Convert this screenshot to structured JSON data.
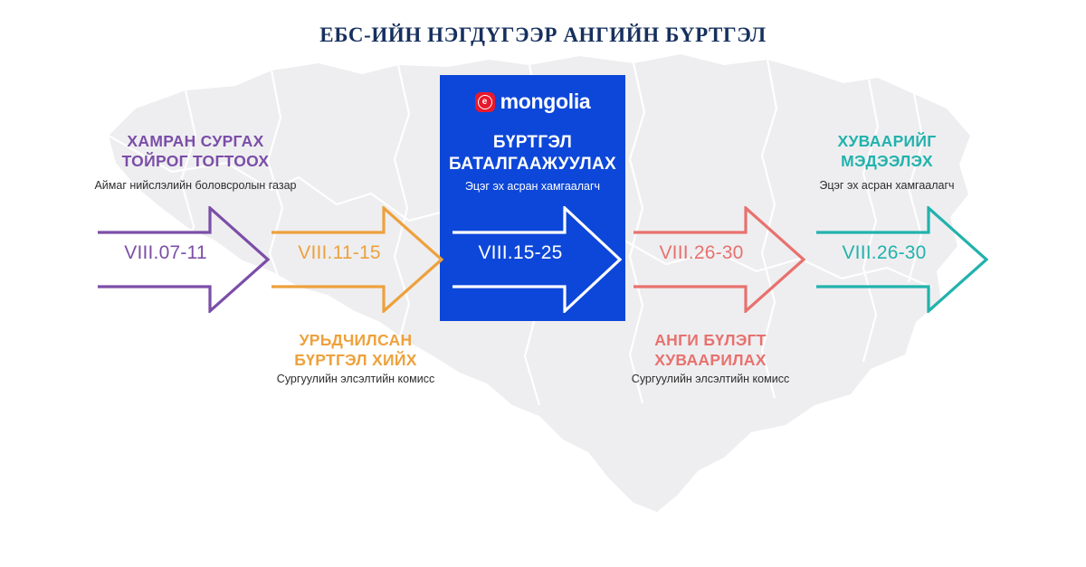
{
  "page": {
    "title": "ЕБС-ИЙН НЭГДҮГЭЭР АНГИЙН БҮРТГЭЛ",
    "background_color": "#ffffff",
    "title_color": "#16305e",
    "map_watermark_color": "#efeff1"
  },
  "logo": {
    "mark_letter": "e",
    "wordmark": "mongolia",
    "mark_color": "#e8192c",
    "text_color": "#ffffff"
  },
  "center_panel": {
    "background_color": "#0d47d9"
  },
  "steps": [
    {
      "id": "step-1",
      "title_line1": "ХАМРАН СУРГАХ",
      "title_line2": "ТОЙРОГ ТОГТООХ",
      "subtitle": "Аймаг нийслэлийн боловсролын газар",
      "date": "VIII.07-11",
      "color": "#7b4ea8",
      "position": "above"
    },
    {
      "id": "step-2",
      "title_line1": "УРЬДЧИЛСАН",
      "title_line2": "БҮРТГЭЛ ХИЙХ",
      "subtitle": "Сургуулийн элсэлтийн комисс",
      "date": "VIII.11-15",
      "color": "#eda13c",
      "position": "below"
    },
    {
      "id": "step-3",
      "title_line1": "БҮРТГЭЛ",
      "title_line2": "БАТАЛГААЖУУЛАХ",
      "subtitle": "Эцэг эх асран хамгаалагч",
      "date": "VIII.15-25",
      "color": "#ffffff",
      "position": "above"
    },
    {
      "id": "step-4",
      "title_line1": "АНГИ БҮЛЭГТ",
      "title_line2": "ХУВААРИЛАХ",
      "subtitle": "Сургуулийн элсэлтийн комисс",
      "date": "VIII.26-30",
      "color": "#e8716e",
      "position": "below"
    },
    {
      "id": "step-5",
      "title_line1": "ХУВААРИЙГ",
      "title_line2": "МЭДЭЭЛЭХ",
      "subtitle": "Эцэг эх асран хамгаалагч",
      "date": "VIII.26-30",
      "color": "#22b2ad",
      "position": "above"
    }
  ]
}
